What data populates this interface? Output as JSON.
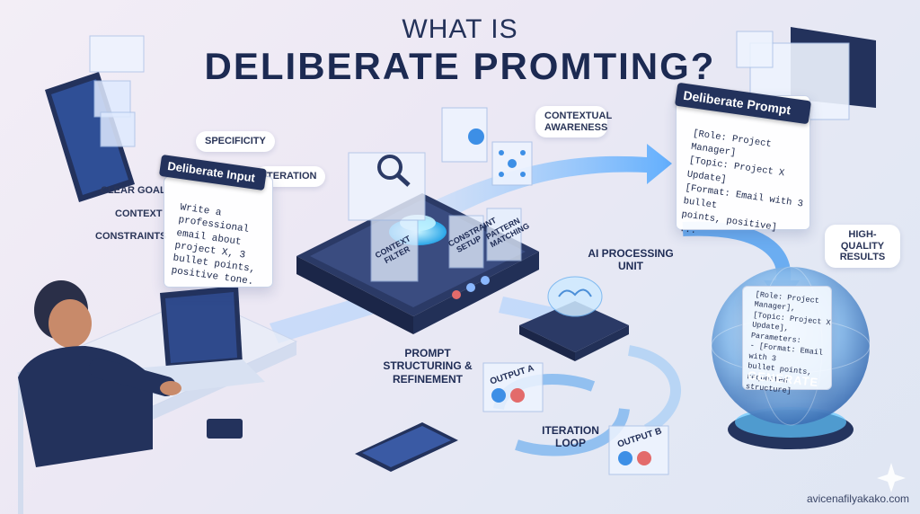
{
  "title": {
    "line1": "WHAT IS",
    "line2": "DELIBERATE PROMTING?"
  },
  "labels": {
    "specificity": "SPECIFICITY",
    "iteration": "ITERATION",
    "contextual_awareness": "CONTEXTUAL AWARENESS",
    "high_quality_results": "HIGH-QUALITY RESULTS",
    "clear_goal": "CLEAR GOAL",
    "context": "CONTEXT",
    "constraints": "CONSTRAINTS",
    "ai_processing_unit": "AI PROCESSING UNIT",
    "prompt_structuring": "PROMPT STRUCTURING & REFINEMENT",
    "iteration_loop": "ITERATION LOOP",
    "output_a": "OUTPUT A",
    "output_b": "OUTPUT B",
    "context_filter": "CONTEXT FILTER",
    "constraint_setup": "CONSTRAINT SETUP",
    "pattern_matching": "PATTERN MATCHING",
    "generate": "GENERATE"
  },
  "input_card": {
    "header": "Deliberate Input",
    "text": "Write a professional email about project X, 3 bullet points, positive tone."
  },
  "prompt_card": {
    "header": "Deliberate Prompt",
    "lines": [
      "[Role: Project Manager]",
      "[Topic: Project X Update]",
      "[Format: Email with 3 bullet",
      "points, positive]",
      "..."
    ]
  },
  "sphere_card": {
    "lines": [
      "[Role: Project Manager],",
      "[Topic: Project X",
      "Update], Parameters:",
      "- [Format: Email with 3",
      "bullet points,",
      "requested structure]"
    ]
  },
  "watermark": "avicenafilyakako.com",
  "colors": {
    "navy": "#23325c",
    "accent_blue": "#3d8fe6",
    "glow": "#5fd3ff"
  }
}
